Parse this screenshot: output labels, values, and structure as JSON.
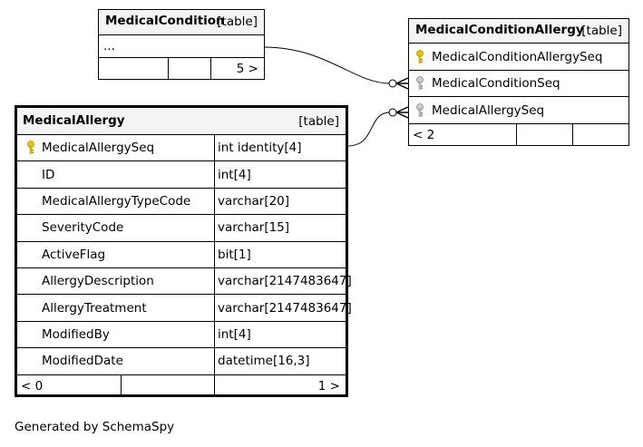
{
  "tables": {
    "medical_condition": {
      "name": "MedicalCondition",
      "kind": "[table]",
      "ellipsis": "...",
      "footer": {
        "left": "",
        "middle": "",
        "right": "5 >"
      }
    },
    "medical_condition_allergy": {
      "name": "MedicalConditionAllergy",
      "kind": "[table]",
      "columns": [
        {
          "name": "MedicalConditionAllergySeq",
          "key": "primary"
        },
        {
          "name": "MedicalConditionSeq",
          "key": "foreign"
        },
        {
          "name": "MedicalAllergySeq",
          "key": "foreign"
        }
      ],
      "footer": {
        "left": "< 2",
        "middle": "",
        "right": ""
      }
    },
    "medical_allergy": {
      "name": "MedicalAllergy",
      "kind": "[table]",
      "columns": [
        {
          "name": "MedicalAllergySeq",
          "type": "int identity[4]",
          "key": "primary"
        },
        {
          "name": "ID",
          "type": "int[4]"
        },
        {
          "name": "MedicalAllergyTypeCode",
          "type": "varchar[20]"
        },
        {
          "name": "SeverityCode",
          "type": "varchar[15]"
        },
        {
          "name": "ActiveFlag",
          "type": "bit[1]"
        },
        {
          "name": "AllergyDescription",
          "type": "varchar[2147483647]"
        },
        {
          "name": "AllergyTreatment",
          "type": "varchar[2147483647]"
        },
        {
          "name": "ModifiedBy",
          "type": "int[4]"
        },
        {
          "name": "ModifiedDate",
          "type": "datetime[16,3]"
        }
      ],
      "footer": {
        "left": "< 0",
        "middle": "",
        "right": "1 >"
      }
    }
  },
  "colors": {
    "primary_key": "#e6c400",
    "foreign_key": "#aaaaaa",
    "header_bg": "#f4f4f4"
  },
  "footer_text": "Generated by SchemaSpy"
}
